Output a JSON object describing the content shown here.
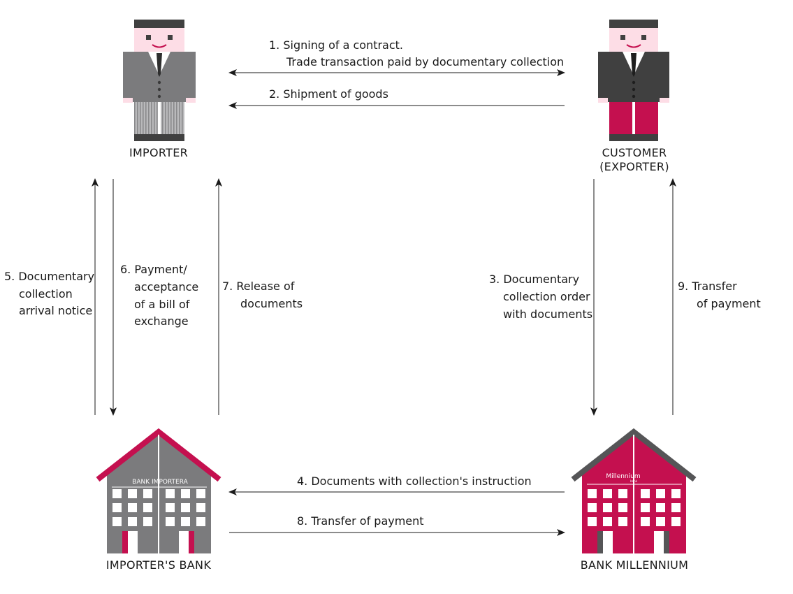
{
  "actors": {
    "importer": "IMPORTER",
    "customer_line1": "CUSTOMER",
    "customer_line2": "(EXPORTER)",
    "importers_bank": "IMPORTER'S BANK",
    "bank_millennium": "BANK MILLENNIUM"
  },
  "building_signs": {
    "importers_bank": "BANK IMPORTERA",
    "millennium": "Millennium",
    "millennium_sub": "bank"
  },
  "steps": {
    "s1_line1": "1.  Signing of a contract.",
    "s1_line2": "Trade transaction paid by documentary collection",
    "s2": "2.  Shipment of goods",
    "s3_line1": "3.  Documentary",
    "s3_line2": "collection order",
    "s3_line3": "with documents",
    "s4": "4.  Documents with collection's instruction",
    "s5_line1": "5.  Documentary",
    "s5_line2": "collection",
    "s5_line3": "arrival notice",
    "s6_line1": "6.  Payment/",
    "s6_line2": "acceptance",
    "s6_line3": "of a bill of",
    "s6_line4": "exchange",
    "s7_line1": "7.  Release of",
    "s7_line2": "documents",
    "s8": "8.  Transfer of payment",
    "s9_line1": "9.  Transfer",
    "s9_line2": "of payment"
  },
  "colors": {
    "accent": "#c4104f",
    "grey": "#7b7b7d",
    "dark": "#404040",
    "skin": "#fddde6"
  }
}
